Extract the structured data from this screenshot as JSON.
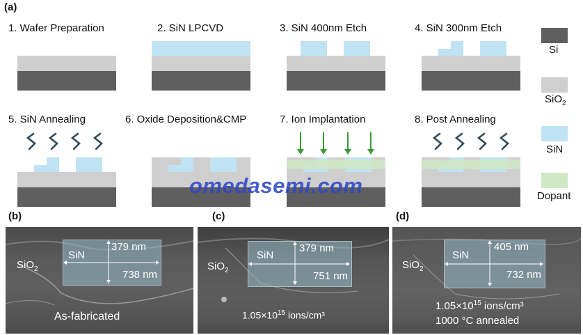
{
  "panel_a_label": "(a)",
  "steps": [
    {
      "label": "1. Wafer Preparation"
    },
    {
      "label": "2. SiN LPCVD"
    },
    {
      "label": "3. SiN 400nm Etch"
    },
    {
      "label": "4. SiN 300nm Etch"
    },
    {
      "label": "5. SiN Annealing"
    },
    {
      "label": "6. Oxide Deposition&CMP"
    },
    {
      "label": "7. Ion Implantation"
    },
    {
      "label": "8. Post Annealing"
    }
  ],
  "legend": [
    {
      "label": "Si",
      "color": "#5f5f5f"
    },
    {
      "label": "SiO",
      "sub": "2",
      "color": "#cfcfcf"
    },
    {
      "label": "SiN",
      "color": "#bfe3f3"
    },
    {
      "label": "Dopant",
      "color": "#cfe8c6"
    }
  ],
  "watermark": "omedasemi.com",
  "sem_panels": [
    {
      "letter": "(b)",
      "oxide": "SiO",
      "oxide_sub": "2",
      "core": "SiN",
      "height": "379 nm",
      "width": "738 nm",
      "caption": "As-fabricated"
    },
    {
      "letter": "(c)",
      "oxide": "SiO",
      "oxide_sub": "2",
      "core": "SiN",
      "height": "379 nm",
      "width": "751 nm",
      "caption_pre": "1.05×10",
      "caption_sup": "15",
      "caption_post": " ions/cm³"
    },
    {
      "letter": "(d)",
      "oxide": "SiO",
      "oxide_sub": "2",
      "core": "SiN",
      "height": "405 nm",
      "width": "732 nm",
      "caption_pre": "1.05×10",
      "caption_sup": "15",
      "caption_post": " ions/cm³",
      "caption2": "1000 °C annealed"
    }
  ]
}
